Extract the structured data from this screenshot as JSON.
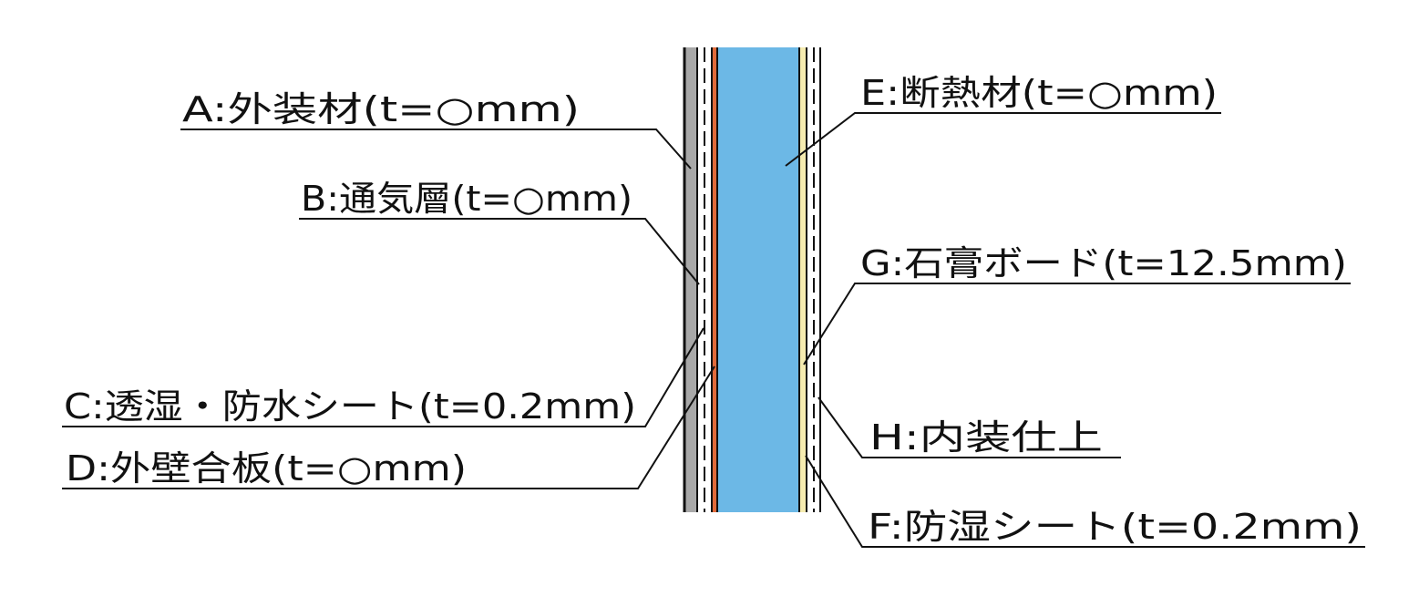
{
  "labels": {
    "a": "A:外装材(t=○mm)",
    "b": "B:通気層(t=○mm)",
    "c": "C:透湿・防水シート(t=0.2mm)",
    "d": "D:外壁合板(t=○mm)",
    "e": "E:断熱材(t=○mm)",
    "f": "F:防湿シート(t=0.2mm)",
    "g": "G:石膏ボード(t=12.5mm)",
    "h": "H:内装仕上"
  },
  "colors": {
    "exterior_cladding": "#a8a8a8",
    "sheathing": "#e06a3a",
    "insulation": "#6cb8e6",
    "gypsum_board": "#f6ecb0",
    "line": "#111111"
  }
}
